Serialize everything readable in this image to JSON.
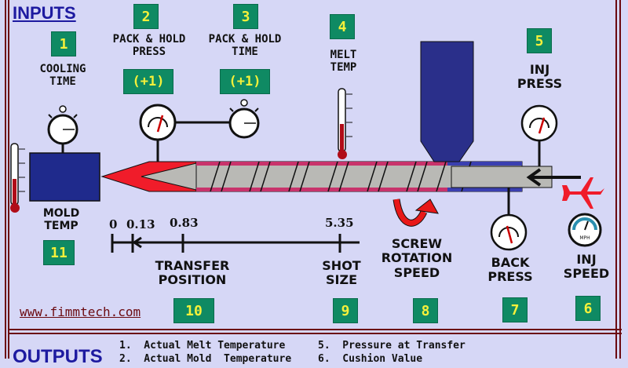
{
  "inputs_title": "INPUTS",
  "outputs_title": "OUTPUTS",
  "website": "www.fimmtech.com",
  "colors": {
    "background": "#d6d7f6",
    "badge_bg": "#0f8a63",
    "badge_text": "#f5f03a",
    "border": "#6b0a10",
    "title": "#1d1aa0",
    "mold": "#1f2a8c",
    "hopper": "#2a2f8a",
    "nozzle": "#f01c2a",
    "screw": "#b9b9b5",
    "barrel_flight": "#c8336b"
  },
  "inputs": [
    {
      "number": "1",
      "label": "COOLING\nTIME",
      "icon": "stopwatch-icon"
    },
    {
      "number": "2",
      "label": "PACK & HOLD\nPRESS",
      "adjust": "(+1)",
      "icon": "pressure-gauge-icon"
    },
    {
      "number": "3",
      "label": "PACK & HOLD\nTIME",
      "adjust": "(+1)",
      "icon": "stopwatch-icon"
    },
    {
      "number": "4",
      "label": "MELT\nTEMP",
      "icon": "thermometer-icon"
    },
    {
      "number": "5",
      "label": "INJ\nPRESS",
      "icon": "pressure-gauge-icon"
    },
    {
      "number": "6",
      "label": "INJ\nSPEED",
      "icon": "speedometer-icon",
      "gauge_unit": "MPH"
    },
    {
      "number": "7",
      "label": "BACK\nPRESS",
      "icon": "pressure-gauge-icon"
    },
    {
      "number": "8",
      "label": "SCREW\nROTATION\nSPEED",
      "icon": "rotation-arrow-icon"
    },
    {
      "number": "9",
      "label": "SHOT\nSIZE"
    },
    {
      "number": "10",
      "label": "TRANSFER\nPOSITION"
    },
    {
      "number": "11",
      "label": "MOLD\nTEMP",
      "icon": "thermometer-icon"
    }
  ],
  "position_scale": {
    "ticks": [
      "0",
      "0.13",
      "0.83",
      "5.35"
    ]
  },
  "outputs": [
    "1.  Actual Melt Temperature",
    "2.  Actual Mold  Temperature",
    "5.  Pressure at Transfer",
    "6.  Cushion Value"
  ]
}
